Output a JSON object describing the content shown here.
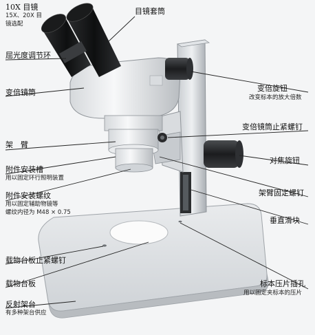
{
  "labels": {
    "eyepiece_title": "10X 目镜",
    "eyepiece_sub1": "15X、20X 目",
    "eyepiece_sub2": "镜选配",
    "eyepiece_tube": "目镜套筒",
    "diopter_ring": "屈光度调节环",
    "zoom_body": "变倍镜筒",
    "zoom_knob": "变倍旋钮",
    "zoom_knob_sub": "改变标本的放大倍数",
    "zoom_lock": "变倍镜筒止紧螺钉",
    "arm": "架　臂",
    "focus_knob": "对焦旋钮",
    "accessory_slot": "附件安装槽",
    "accessory_slot_sub": "用以固定环行照明装置",
    "arm_lock": "架臂固定螺钉",
    "accessory_thread": "附件安装螺纹",
    "accessory_thread_sub1": "用以固定辅助物镜等",
    "accessory_thread_sub2": "螺纹内径为 M48 × 0.75",
    "vertical_slide": "垂直滑块",
    "stage_lock": "载物台板止紧螺钉",
    "stage_plate": "载物台板",
    "clip_hole": "标本压片插孔",
    "clip_hole_sub": "用以固定夹标本的压片",
    "reflector": "反射架台",
    "reflector_sub": "有多种架台供应"
  }
}
